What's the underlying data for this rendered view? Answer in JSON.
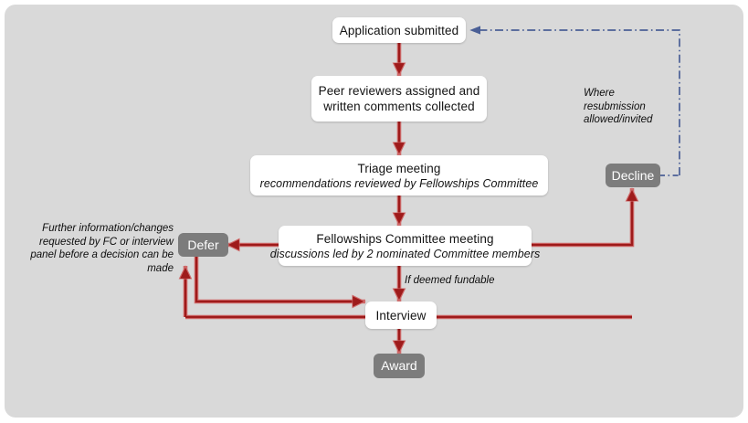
{
  "diagram": {
    "title": "Fellowships application assessment flowchart",
    "panel_color": "#d9d9d9",
    "arrow_color": "#a41a1a",
    "dashed_arrow_color": "#4a5f96",
    "decision_node_color": "#7c7c7c"
  },
  "nodes": {
    "application_submitted": {
      "label": "Application submitted"
    },
    "peer_reviewers": {
      "label_line1": "Peer reviewers assigned and",
      "label_line2": "written comments collected"
    },
    "triage_meeting": {
      "title": "Triage meeting",
      "subtitle": "recommendations reviewed by Fellowships Committee"
    },
    "fellowships_committee_meeting": {
      "title": "Fellowships Committee meeting",
      "subtitle": "discussions led by 2 nominated Committee members"
    },
    "interview": {
      "label": "Interview"
    },
    "award": {
      "label": "Award"
    },
    "defer": {
      "label": "Defer"
    },
    "decline": {
      "label": "Decline"
    }
  },
  "annotations": {
    "if_deemed_fundable": "If deemed fundable",
    "where_resubmission": "Where\nresubmission\nallowed/invited",
    "where_resubmission_line1": "Where",
    "where_resubmission_line2": "resubmission",
    "where_resubmission_line3": "allowed/invited",
    "further_information_line1": "Further information/changes",
    "further_information_line2": "requested by FC or interview",
    "further_information_line3": "panel before a decision can be",
    "further_information_line4": "made"
  }
}
